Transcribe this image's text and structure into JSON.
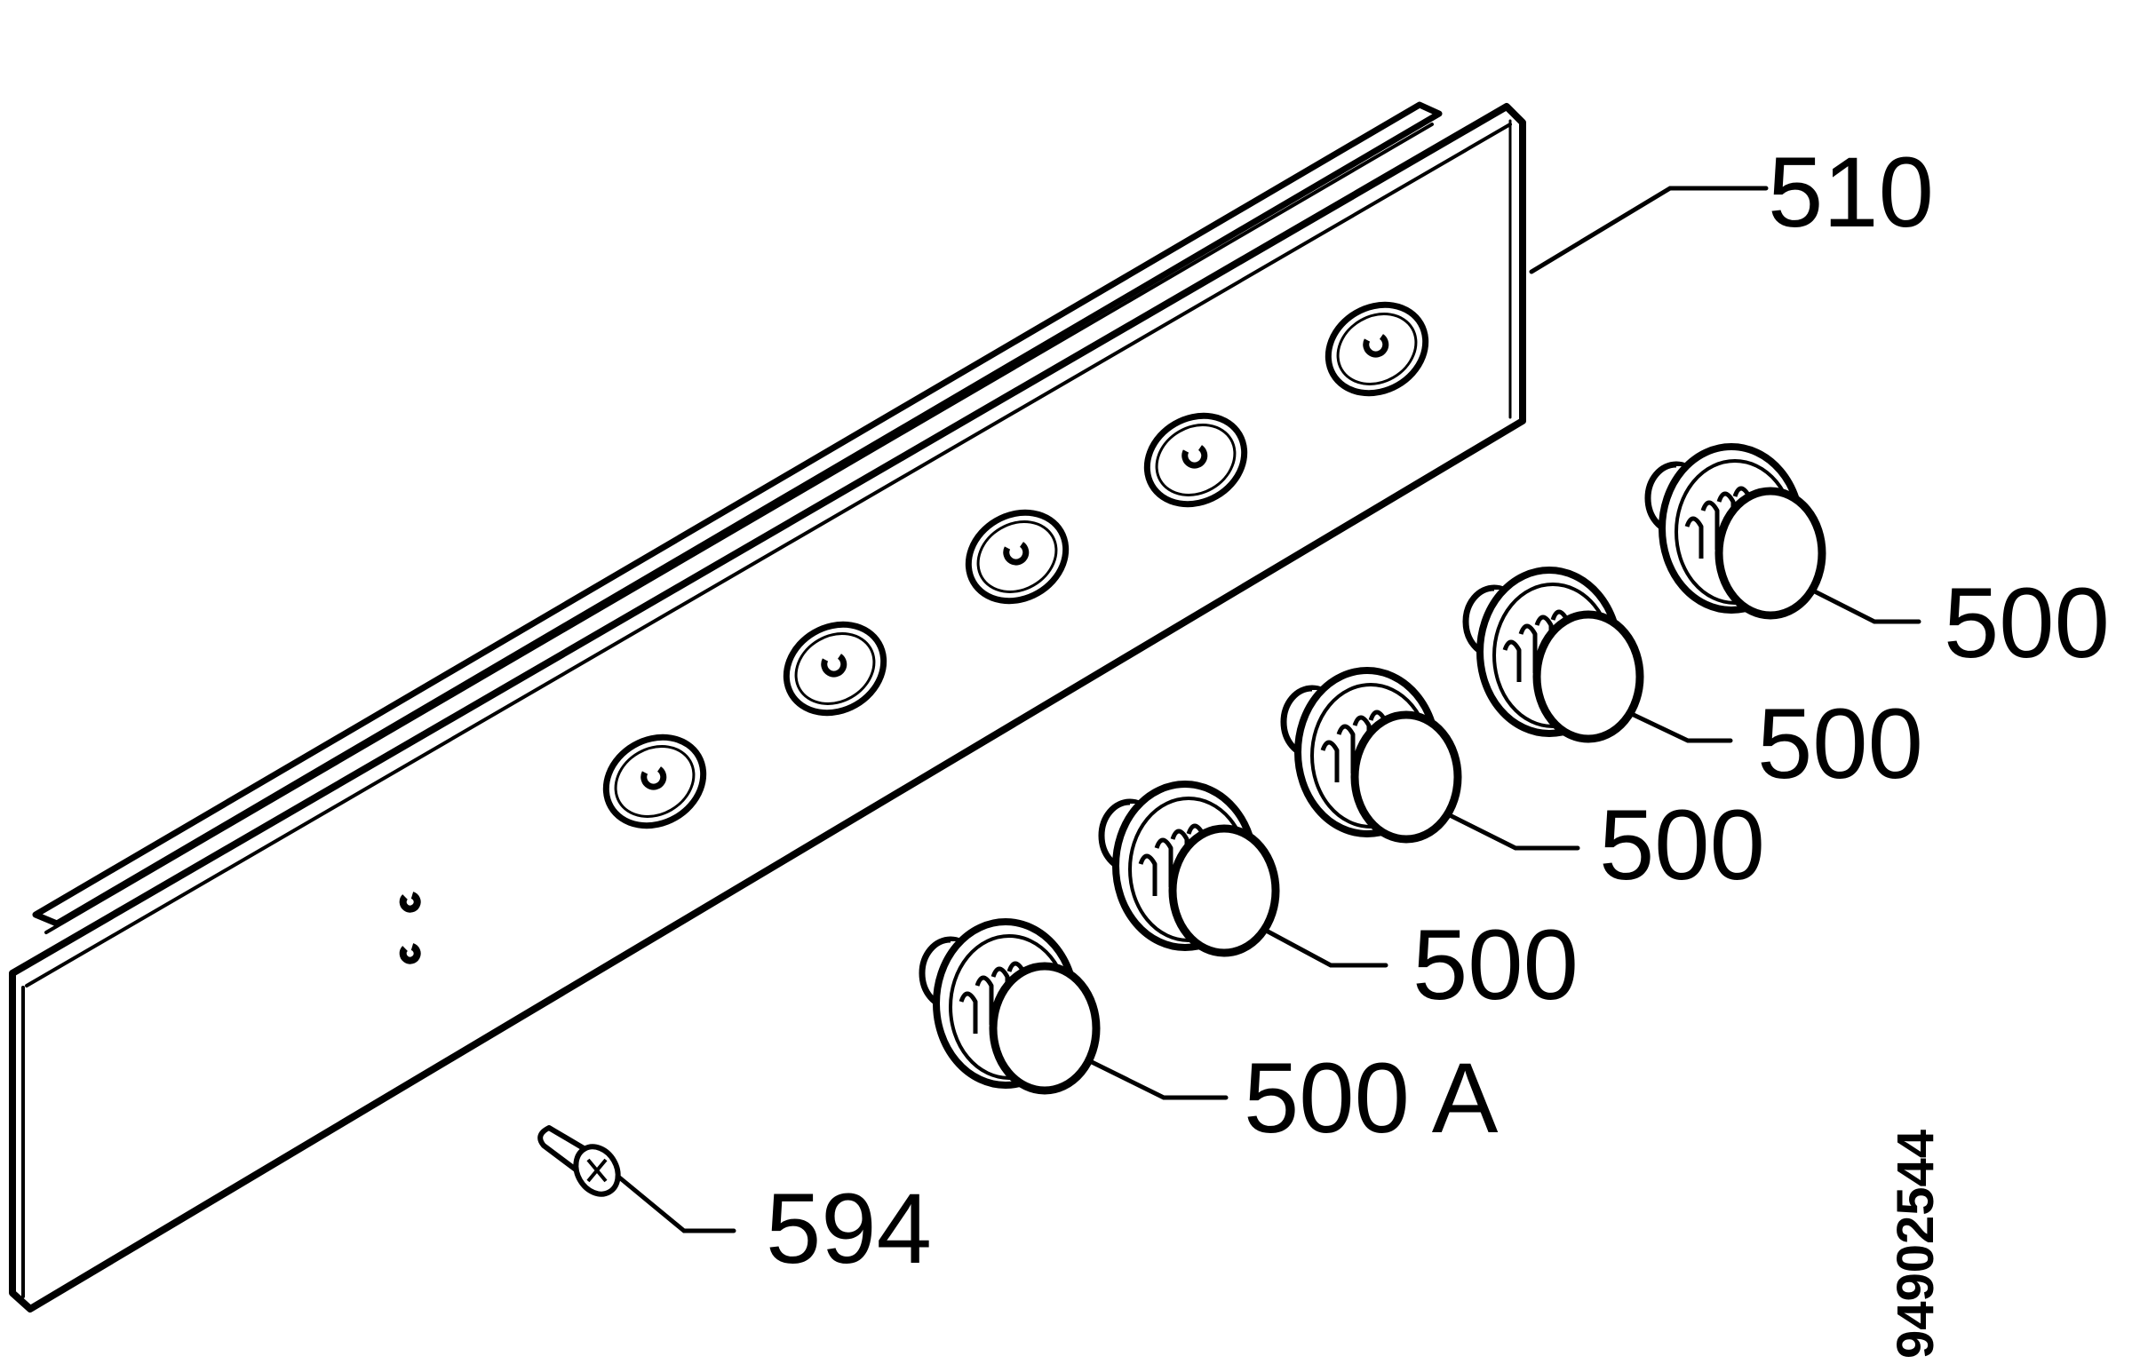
{
  "callouts": {
    "panel": "510",
    "knob_1": "500",
    "knob_2": "500",
    "knob_3": "500",
    "knob_4": "500",
    "knob_5": "500 A",
    "screw": "594"
  },
  "drawing_code": "94902544",
  "colors": {
    "line": "#000000",
    "background": "#ffffff"
  }
}
